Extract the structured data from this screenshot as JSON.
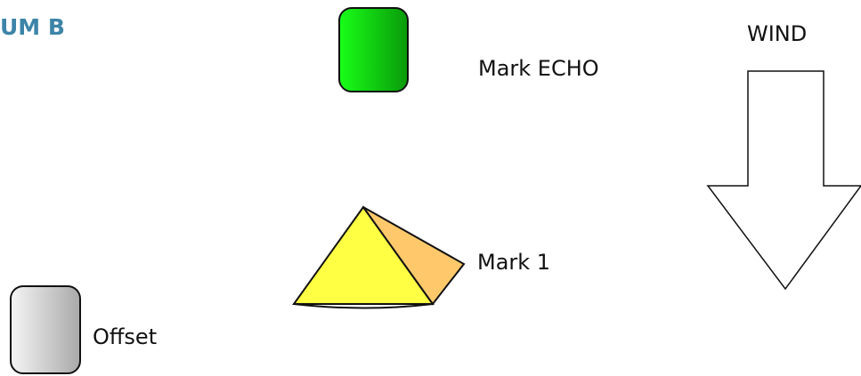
{
  "header": {
    "title": "UM B"
  },
  "marks": {
    "echo": {
      "label": "Mark ECHO",
      "color_start": "#18ff18",
      "color_end": "#0a9a0a"
    },
    "mark1": {
      "label": "Mark 1",
      "front_color": "#ffff44",
      "side_color": "#ffc96b"
    },
    "offset": {
      "label": "Offset",
      "color_start": "#f5f5f5",
      "color_end": "#a9a9a9"
    }
  },
  "wind": {
    "label": "WIND"
  },
  "colors": {
    "title": "#3d84a8",
    "outline": "#111111"
  }
}
